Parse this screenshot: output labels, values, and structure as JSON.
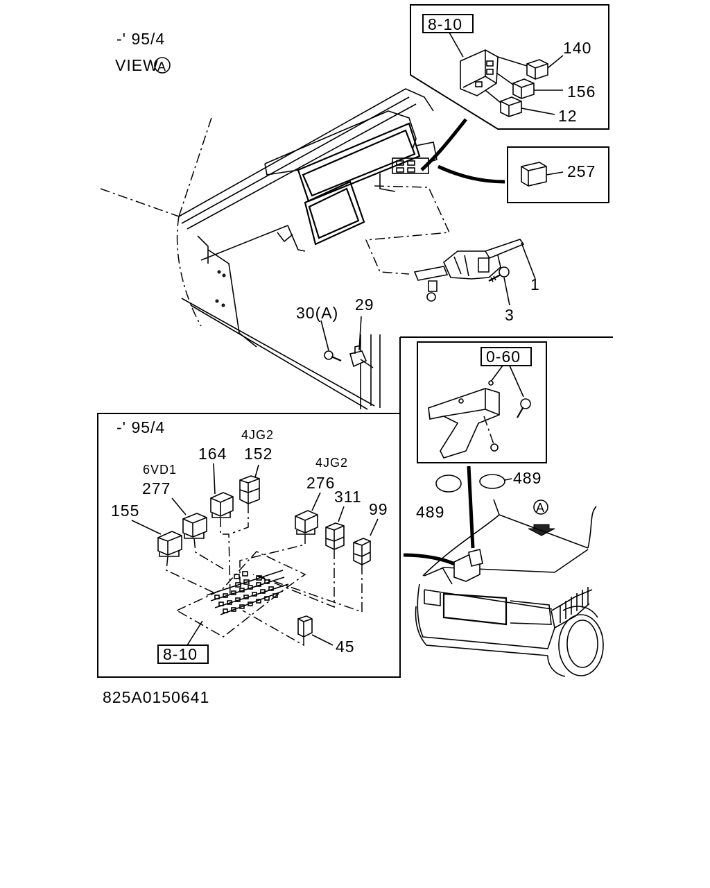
{
  "header": {
    "date_code": "-' 95/4",
    "view_label": "VIEW",
    "view_marker": "A"
  },
  "top_inset": {
    "ref_box": "8-10",
    "parts": [
      "140",
      "156",
      "12"
    ]
  },
  "clip_inset": {
    "part": "257"
  },
  "switch_parts": {
    "combination_switch": "1",
    "screw": "3",
    "fastener": "30(A)",
    "bracket_clip": "29"
  },
  "bracket_inset": {
    "ref_box": "0-60"
  },
  "engine_parts": {
    "cap_left": "489",
    "cap_right": "489",
    "view_marker": "A"
  },
  "relay_inset": {
    "date_code": "-' 95/4",
    "ref_box": "8-10",
    "variant_6vd1": "6VD1",
    "variant_4jg2_a": "4JG2",
    "variant_4jg2_b": "4JG2",
    "parts": [
      "155",
      "277",
      "164",
      "152",
      "276",
      "311",
      "99",
      "45"
    ]
  },
  "footer": {
    "drawing_number": "825A0150641"
  }
}
